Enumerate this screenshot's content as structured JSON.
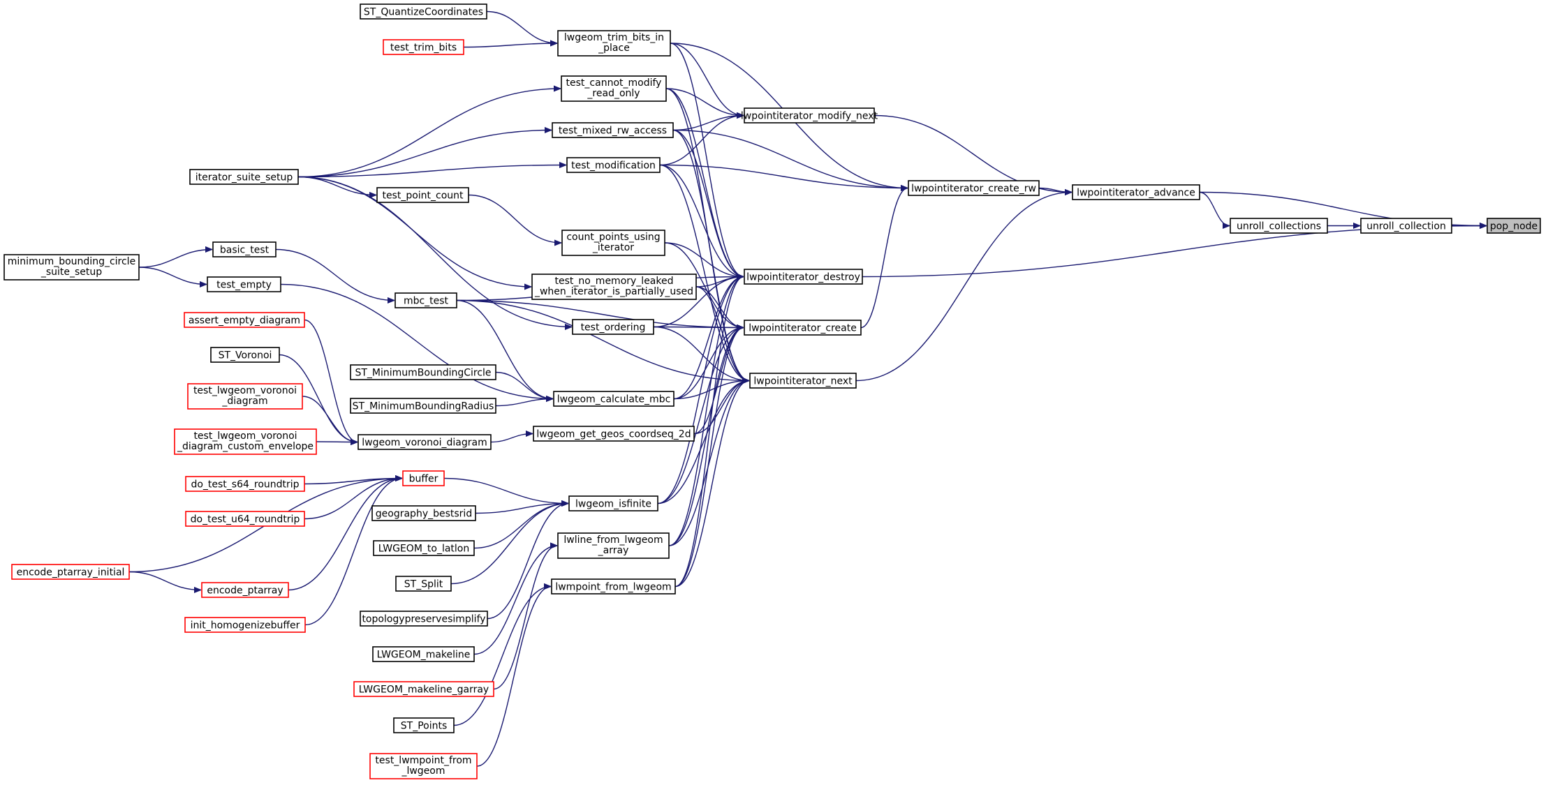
{
  "colors": {
    "edge": "#191970",
    "node_border_normal": "#000000",
    "node_border_truncated": "#ff0000",
    "root_fill": "#bfbfbf"
  },
  "nodes": {
    "pop_node": [
      "pop_node"
    ],
    "unroll_collection": [
      "unroll_collection"
    ],
    "unroll_collections": [
      "unroll_collections"
    ],
    "lwpointiterator_advance": [
      "lwpointiterator_advance"
    ],
    "lwpointiterator_create_rw": [
      "lwpointiterator_create_rw"
    ],
    "lwpointiterator_modify_next": [
      "lwpointiterator_modify_next"
    ],
    "lwpointiterator_destroy": [
      "lwpointiterator_destroy"
    ],
    "lwpointiterator_create": [
      "lwpointiterator_create"
    ],
    "lwpointiterator_next": [
      "lwpointiterator_next"
    ],
    "ST_QuantizeCoordinates": [
      "ST_QuantizeCoordinates"
    ],
    "test_trim_bits": [
      "test_trim_bits"
    ],
    "lwgeom_trim_bits_in_place": [
      "lwgeom_trim_bits_in",
      "_place"
    ],
    "test_cannot_modify_read_only": [
      "test_cannot_modify",
      "_read_only"
    ],
    "test_mixed_rw_access": [
      "test_mixed_rw_access"
    ],
    "test_modification": [
      "test_modification"
    ],
    "iterator_suite_setup": [
      "iterator_suite_setup"
    ],
    "test_point_count": [
      "test_point_count"
    ],
    "count_points_using_iterator": [
      "count_points_using",
      "_iterator"
    ],
    "test_no_memory_leaked": [
      "test_no_memory_leaked",
      "_when_iterator_is_partially_used"
    ],
    "test_ordering": [
      "test_ordering"
    ],
    "minimum_bounding_circle_suite_setup": [
      "minimum_bounding_circle",
      "_suite_setup"
    ],
    "basic_test": [
      "basic_test"
    ],
    "test_empty": [
      "test_empty"
    ],
    "mbc_test": [
      "mbc_test"
    ],
    "assert_empty_diagram": [
      "assert_empty_diagram"
    ],
    "ST_Voronoi": [
      "ST_Voronoi"
    ],
    "test_lwgeom_voronoi_diagram": [
      "test_lwgeom_voronoi",
      "_diagram"
    ],
    "test_lwgeom_voronoi_diagram_custom_envelope": [
      "test_lwgeom_voronoi",
      "_diagram_custom_envelope"
    ],
    "lwgeom_voronoi_diagram": [
      "lwgeom_voronoi_diagram"
    ],
    "ST_MinimumBoundingCircle": [
      "ST_MinimumBoundingCircle"
    ],
    "ST_MinimumBoundingRadius": [
      "ST_MinimumBoundingRadius"
    ],
    "lwgeom_calculate_mbc": [
      "lwgeom_calculate_mbc"
    ],
    "lwgeom_get_geos_coordseq_2d": [
      "lwgeom_get_geos_coordseq_2d"
    ],
    "buffer": [
      "buffer"
    ],
    "do_test_s64_roundtrip": [
      "do_test_s64_roundtrip"
    ],
    "do_test_u64_roundtrip": [
      "do_test_u64_roundtrip"
    ],
    "encode_ptarray_initial": [
      "encode_ptarray_initial"
    ],
    "encode_ptarray": [
      "encode_ptarray"
    ],
    "init_homogenizebuffer": [
      "init_homogenizebuffer"
    ],
    "geography_bestsrid": [
      "geography_bestsrid"
    ],
    "LWGEOM_to_latlon": [
      "LWGEOM_to_latlon"
    ],
    "ST_Split": [
      "ST_Split"
    ],
    "topologypreservesimplify": [
      "topologypreservesimplify"
    ],
    "LWGEOM_makeline": [
      "LWGEOM_makeline"
    ],
    "LWGEOM_makeline_garray": [
      "LWGEOM_makeline_garray"
    ],
    "ST_Points": [
      "ST_Points"
    ],
    "test_lwmpoint_from_lwgeom": [
      "test_lwmpoint_from",
      "_lwgeom"
    ],
    "lwgeom_isfinite": [
      "lwgeom_isfinite"
    ],
    "lwline_from_lwgeom_array": [
      "lwline_from_lwgeom",
      "_array"
    ],
    "lwmpoint_from_lwgeom": [
      "lwmpoint_from_lwgeom"
    ]
  }
}
